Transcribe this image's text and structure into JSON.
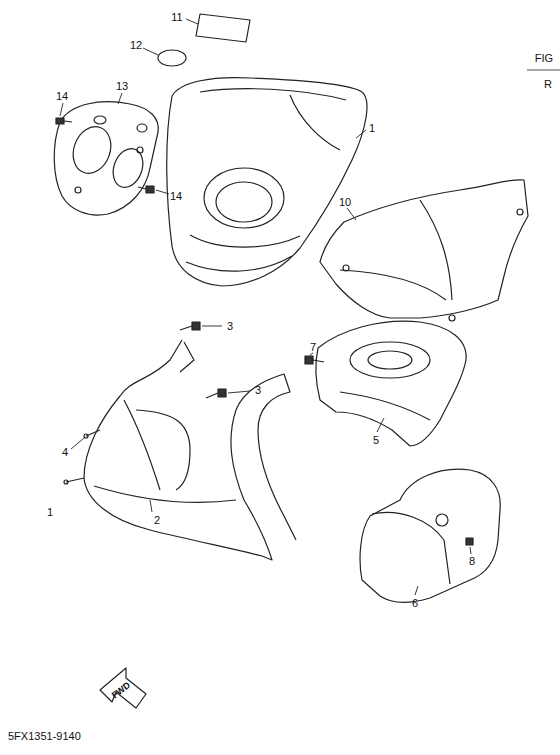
{
  "diagram": {
    "labels": [
      "11",
      "12",
      "13",
      "14",
      "14",
      "1",
      "10",
      "3",
      "3",
      "7",
      "5",
      "4",
      "1",
      "2",
      "8",
      "6",
      "FWD",
      "5FX1351-9140",
      "FIG",
      "R"
    ]
  }
}
